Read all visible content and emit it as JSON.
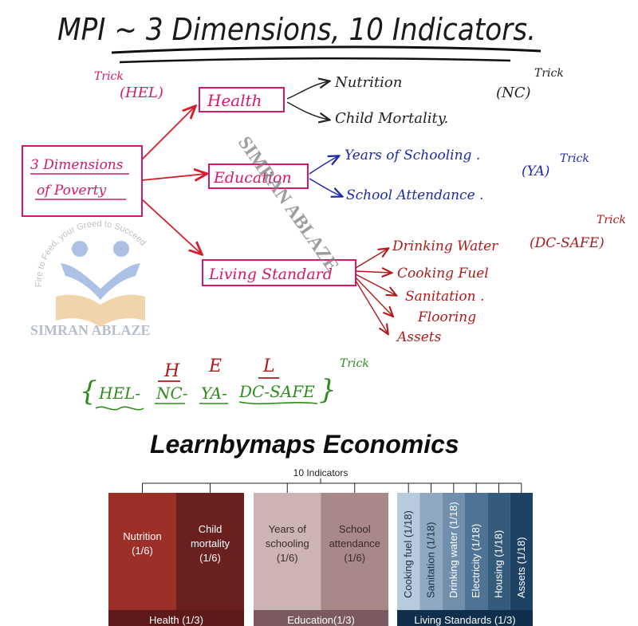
{
  "title": "MPI ~ 3 Dimensions, 10 Indicators.",
  "root_box": {
    "line1": "3 Dimensions",
    "line2": "of Poverty"
  },
  "trick_word": "Trick",
  "hel_code": "(HEL)",
  "dimensions": [
    {
      "label": "Health",
      "code": "(NC)",
      "indicators": [
        "Nutrition",
        "Child Mortality."
      ]
    },
    {
      "label": "Education",
      "code": "(YA)",
      "indicators": [
        "Years of Schooling .",
        "School Attendance ."
      ]
    },
    {
      "label": "Living Standard",
      "code": "(DC-SAFE)",
      "indicators": [
        "Drinking Water",
        "Cooking Fuel",
        "Sanitation .",
        "Flooring",
        "Assets"
      ]
    }
  ],
  "mnemonic": {
    "letters": [
      "H",
      "E",
      "L"
    ],
    "parts": [
      "HEL-",
      "NC-",
      "YA-",
      "DC-SAFE"
    ],
    "open": "{",
    "close": "}"
  },
  "watermark": {
    "diagonal": "SIMRAN ABLAZE",
    "logo_text": "SIMRAN ABLAZE",
    "logo_arc": "Fire to Feed, your Greed to Succeed"
  },
  "brand": "Learnbymaps Economics",
  "table": {
    "header": "10 Indicators",
    "groups": [
      {
        "label": "Health (1/3)",
        "color": "#5e1a1a",
        "cells": [
          {
            "lines": [
              "Nutrition",
              "(1/6)"
            ],
            "color": "#9c2f28"
          },
          {
            "lines": [
              "Child",
              "mortality",
              "(1/6)"
            ],
            "color": "#6b2020"
          }
        ]
      },
      {
        "label": "Education(1/3)",
        "color": "#7a5a60",
        "cells": [
          {
            "lines": [
              "Years of",
              "schooling",
              "(1/6)"
            ],
            "color": "#cdb4b4"
          },
          {
            "lines": [
              "School",
              "attendance",
              "(1/6)"
            ],
            "color": "#a88888"
          }
        ]
      },
      {
        "label": "Living Standards (1/3)",
        "color": "#0f2f4c",
        "cells": [
          {
            "lines": [
              "Cooking fuel (1/18)"
            ],
            "color": "#b7cbdc"
          },
          {
            "lines": [
              "Sanitation (1/18)"
            ],
            "color": "#8fa9c2"
          },
          {
            "lines": [
              "Drinking water (1/18)"
            ],
            "color": "#6f8fac"
          },
          {
            "lines": [
              "Electricity (1/18)"
            ],
            "color": "#4f7394"
          },
          {
            "lines": [
              "Housing (1/18)"
            ],
            "color": "#345a7c"
          },
          {
            "lines": [
              "Assets (1/18)"
            ],
            "color": "#1e4264"
          }
        ]
      }
    ]
  }
}
